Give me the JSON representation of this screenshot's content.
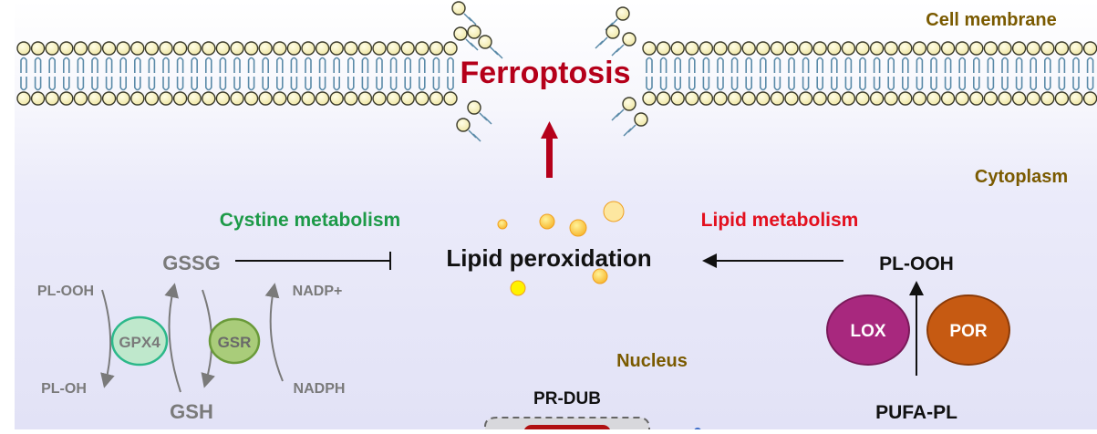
{
  "labels": {
    "cell_membrane": "Cell membrane",
    "cytoplasm": "Cytoplasm",
    "ferroptosis": "Ferroptosis",
    "cystine_metabolism": "Cystine metabolism",
    "lipid_metabolism": "Lipid metabolism",
    "lipid_peroxidation": "Lipid peroxidation",
    "nucleus": "Nucleus"
  },
  "cystine_cycle": {
    "gssg": "GSSG",
    "gsh": "GSH",
    "pl_ooh": "PL-OOH",
    "pl_oh": "PL-OH",
    "nadp_plus": "NADP+",
    "nadph": "NADPH",
    "gpx4": "GPX4",
    "gsr": "GSR"
  },
  "lipid_pathway": {
    "pl_ooh": "PL-OOH",
    "pufa_pl": "PUFA-PL",
    "lox": "LOX",
    "por": "POR"
  },
  "nucleus_items": {
    "pr_dub": "PR-DUB"
  },
  "colors": {
    "membrane_head": "#f6f0b8",
    "membrane_tail": "#5a8aa8",
    "ferroptosis": "#b5001a",
    "cystine": "#1d9a48",
    "lipid": "#e3101e",
    "compartment": "#7a5a00",
    "gray": "#7a7a7a",
    "lox": "#a8287e",
    "por": "#c65a12"
  }
}
